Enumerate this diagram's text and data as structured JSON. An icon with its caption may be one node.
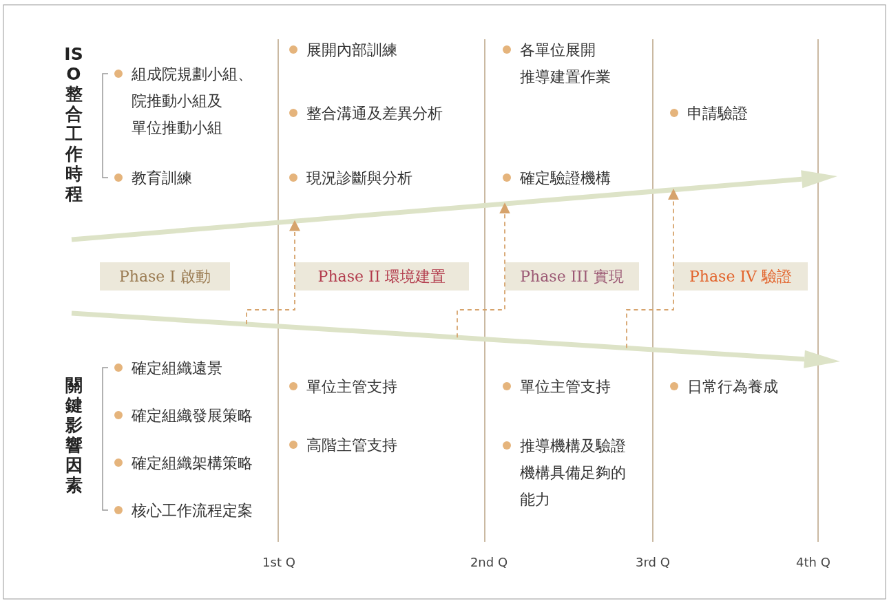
{
  "diagram": {
    "nodes": [
      {
        "text": [
          "Phase I 啟動"
        ]
      },
      {
        "text": [
          "Phase II 環境建置"
        ]
      },
      {
        "text": [
          "Phase III 實現"
        ]
      },
      {
        "text": [
          "Phase IV 驗證"
        ]
      },
      {
        "text": [],
        "shape": "arrow"
      },
      {
        "text": [],
        "shape": "arrow"
      }
    ],
    "edges": [
      {
        "from": 5,
        "to": 4,
        "arrow": "to",
        "style": "dashed"
      },
      {
        "from": 5,
        "to": 4,
        "arrow": "to",
        "style": "dashed"
      },
      {
        "from": 5,
        "to": 4,
        "arrow": "to",
        "style": "dashed"
      }
    ],
    "labels": [
      "ISO 整合工作時程",
      "組成院規劃小組、院推動小組及單位推動小組",
      "教育訓練",
      "展開內部訓練",
      "整合溝通及差異分析",
      "現況診斷與分析",
      "各單位展開推導建置作業",
      "確定驗證機構",
      "申請驗證",
      "關鍵影響因素",
      "確定組織遠景",
      "確定組織發展策略",
      "確定組織架構策略",
      "核心工作流程定案",
      "單位主管支持",
      "高階主管支持",
      "單位主管支持",
      "推導機構及驗證機構具備足夠的能力",
      "日常行為養成",
      "1st Q",
      "2nd Q",
      "3rd Q",
      "4th Q"
    ]
  }
}
